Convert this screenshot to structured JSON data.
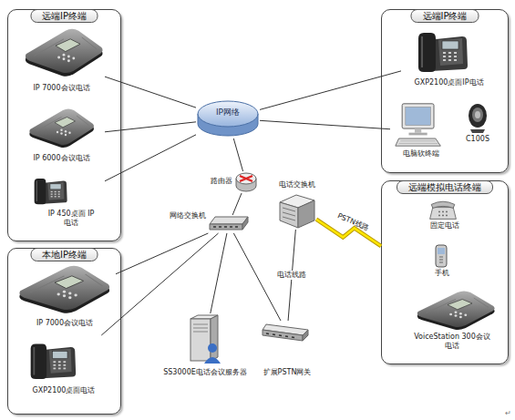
{
  "diagram": {
    "nodes": [
      {
        "text": [
          "远端IP终端"
        ]
      },
      {
        "text": [
          "IP 7000会议电话"
        ],
        "in": 0
      },
      {
        "text": [
          "IP 6000会议电话"
        ],
        "in": 0
      },
      {
        "text": [
          "IP 450桌面 IP电话"
        ],
        "in": 0
      },
      {
        "text": [
          "IP网络"
        ]
      },
      {
        "text": [
          "远端IP终端"
        ]
      },
      {
        "text": [
          "GXP2100桌面IP电话"
        ],
        "in": 5
      },
      {
        "text": [
          "电脑软终端"
        ],
        "in": 5
      },
      {
        "text": [
          "C100S"
        ],
        "in": 5
      },
      {
        "text": [
          "路由器"
        ]
      },
      {
        "text": [
          "网络交换机"
        ]
      },
      {
        "text": [
          "电话交换机"
        ]
      },
      {
        "text": [
          "远端模拟电话终端"
        ]
      },
      {
        "text": [
          "固定电话"
        ],
        "in": 12
      },
      {
        "text": [
          "手机"
        ],
        "in": 12
      },
      {
        "text": [
          "VoiceStation 300会议电话"
        ],
        "in": 12
      },
      {
        "text": [
          "本地IP终端"
        ]
      },
      {
        "text": [
          "IP 7000会议电话"
        ],
        "in": 16
      },
      {
        "text": [
          "GXP2100桌面电话"
        ],
        "in": 16
      },
      {
        "text": [
          "SS3000E电话会议服务器"
        ]
      },
      {
        "text": [
          "扩展PSTN网关"
        ]
      }
    ],
    "edges": [
      {
        "from": 4,
        "to": 1,
        "arrow": "none"
      },
      {
        "from": 4,
        "to": 2,
        "arrow": "none"
      },
      {
        "from": 4,
        "to": 3,
        "arrow": "none"
      },
      {
        "from": 4,
        "to": 6,
        "arrow": "none"
      },
      {
        "from": 4,
        "to": 7,
        "arrow": "none"
      },
      {
        "from": 4,
        "to": 9,
        "arrow": "none"
      },
      {
        "from": 9,
        "to": 10,
        "arrow": "none"
      },
      {
        "from": 10,
        "to": 17,
        "arrow": "none"
      },
      {
        "from": 10,
        "to": 18,
        "arrow": "none"
      },
      {
        "from": 10,
        "to": 19,
        "arrow": "none"
      },
      {
        "from": 10,
        "to": 20,
        "arrow": "none"
      },
      {
        "from": 11,
        "to": 20,
        "label": "电话线路",
        "arrow": "none"
      },
      {
        "from": 11,
        "to": 12,
        "label": "PSTN线路",
        "arrow": "none"
      }
    ],
    "labels": [
      "↵"
    ]
  }
}
